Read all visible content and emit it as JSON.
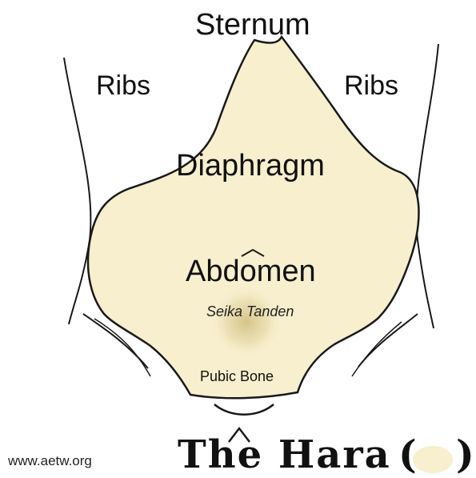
{
  "labels": {
    "sternum": "Sternum",
    "ribs_left": "Ribs",
    "ribs_right": "Ribs",
    "diaphragm": "Diaphragm",
    "abdomen": "Abdomen",
    "seika_tanden": "Seika Tanden",
    "pubic_bone": "Pubic Bone",
    "website": "www.aetw.org",
    "title": "The Hara",
    "paren_open": "(",
    "paren_close": ")"
  },
  "colors": {
    "abdomen_fill": "#f7efcd",
    "tanden_glow": "#d9c98f",
    "outline": "#1a1a1a",
    "text": "#111111"
  }
}
